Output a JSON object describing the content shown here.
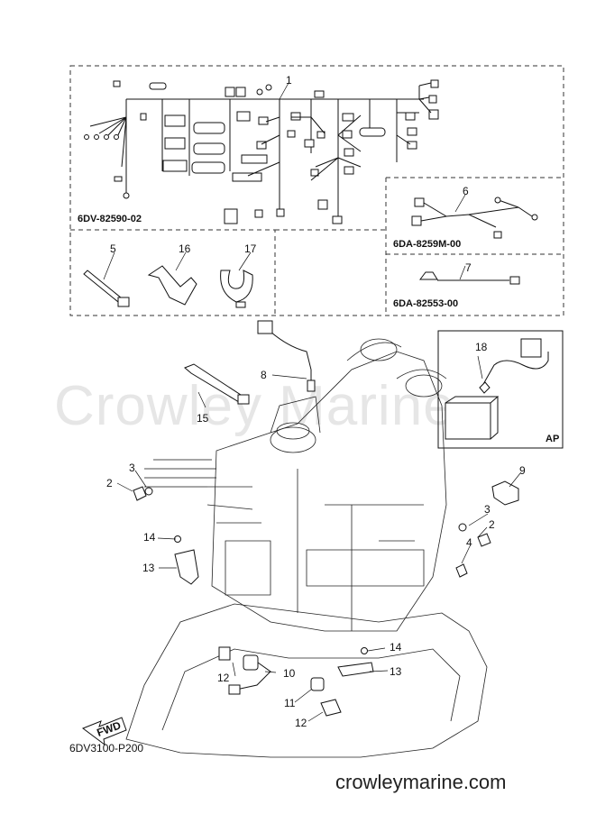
{
  "watermark": "Crowley Marine",
  "website": "crowleymarine.com",
  "diagram_code": "6DV3100-P200",
  "fwd_label": "FWD",
  "ap_label": "AP",
  "part_numbers": {
    "main_harness": "6DV-82590-02",
    "sub_harness": "6DA-8259M-00",
    "lead": "6DA-82553-00"
  },
  "callouts": [
    "1",
    "2",
    "2",
    "3",
    "3",
    "4",
    "5",
    "6",
    "7",
    "8",
    "9",
    "10",
    "11",
    "12",
    "12",
    "13",
    "13",
    "14",
    "14",
    "15",
    "16",
    "17",
    "18"
  ]
}
